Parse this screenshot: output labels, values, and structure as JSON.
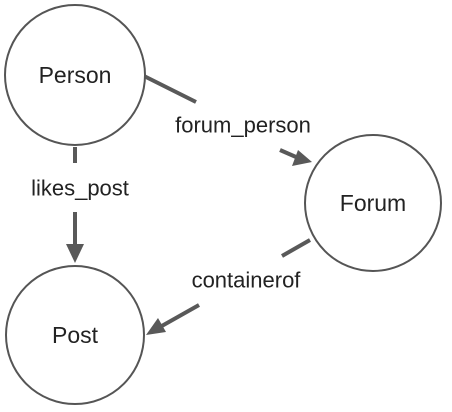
{
  "diagram": {
    "nodes": {
      "person": {
        "label": "Person"
      },
      "forum": {
        "label": "Forum"
      },
      "post": {
        "label": "Post"
      }
    },
    "edges": {
      "forum_person": {
        "label": "forum_person",
        "from": "Person",
        "to": "Forum"
      },
      "likes_post": {
        "label": "likes_post",
        "from": "Person",
        "to": "Post"
      },
      "containerof": {
        "label": "containerof",
        "from": "Forum",
        "to": "Post"
      }
    }
  }
}
